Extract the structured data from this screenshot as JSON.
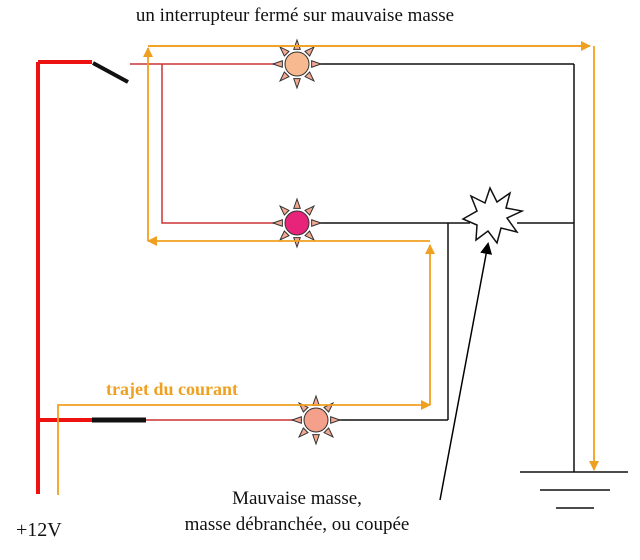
{
  "title": "un interrupteur fermé sur mauvaise masse",
  "current_path_label": "trajet du courant",
  "supply_label": "+12V",
  "fault_note": {
    "line1": "Mauvaise masse,",
    "line2": "masse débranchée, ou coupée"
  },
  "colors": {
    "positive_wire": "#ee1111",
    "feed_wire": "#cc3333",
    "ground_wire": "#111111",
    "current_arrow": "#f0a020",
    "lamp_top": "#f7b98f",
    "lamp_middle": "#e8247a",
    "lamp_bottom": "#f4a08a",
    "lamp_rays": "#f4a890"
  }
}
